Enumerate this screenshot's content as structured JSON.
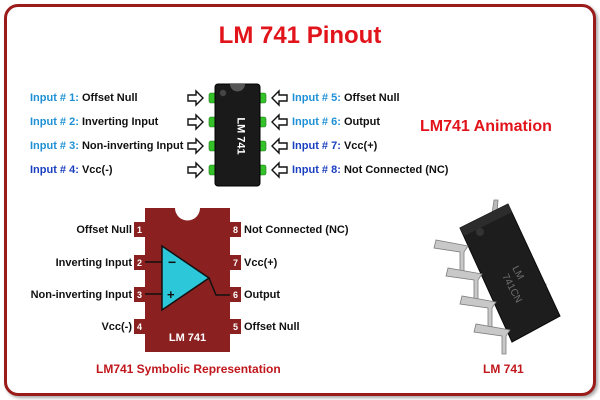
{
  "title": "LM 741 Pinout",
  "animation_label": "LM741 Animation",
  "pinout_left": [
    {
      "prefix": "Input # 1:",
      "name": "Offset Null"
    },
    {
      "prefix": "Input # 2:",
      "name": "Inverting Input"
    },
    {
      "prefix": "Input # 3:",
      "name": "Non-inverting Input"
    },
    {
      "prefix": "Input # 4:",
      "name": "Vcc(-)"
    }
  ],
  "pinout_right": [
    {
      "prefix": "Input # 5:",
      "name": "Offset Null"
    },
    {
      "prefix": "Input # 6:",
      "name": "Output"
    },
    {
      "prefix": "Input # 7:",
      "name": "Vcc(+)"
    },
    {
      "prefix": "Input # 8:",
      "name": "Not Connected (NC)"
    }
  ],
  "chip_text": "LM 741",
  "symbol": {
    "left_pins": [
      {
        "num": "1",
        "name": "Offset Null"
      },
      {
        "num": "2",
        "name": "Inverting Input"
      },
      {
        "num": "3",
        "name": "Non-inverting Input"
      },
      {
        "num": "4",
        "name": "Vcc(-)"
      }
    ],
    "right_pins": [
      {
        "num": "8",
        "name": "Not Connected (NC)"
      },
      {
        "num": "7",
        "name": "Vcc(+)"
      },
      {
        "num": "6",
        "name": "Output"
      },
      {
        "num": "5",
        "name": "Offset Null"
      }
    ],
    "minus": "−",
    "plus": "+",
    "body_text": "LM 741",
    "caption": "LM741 Symbolic Representation"
  },
  "photo": {
    "marking_line1": "LM",
    "marking_line2": "741CN",
    "caption": "LM 741"
  },
  "colors": {
    "title_red": "#e2141b",
    "frame_red": "#9b1b1b",
    "label_blue": "#1e90d6",
    "label_dark_blue": "#1a3fbf",
    "symbol_body": "#8a2020",
    "pin_green": "#35c12a"
  }
}
